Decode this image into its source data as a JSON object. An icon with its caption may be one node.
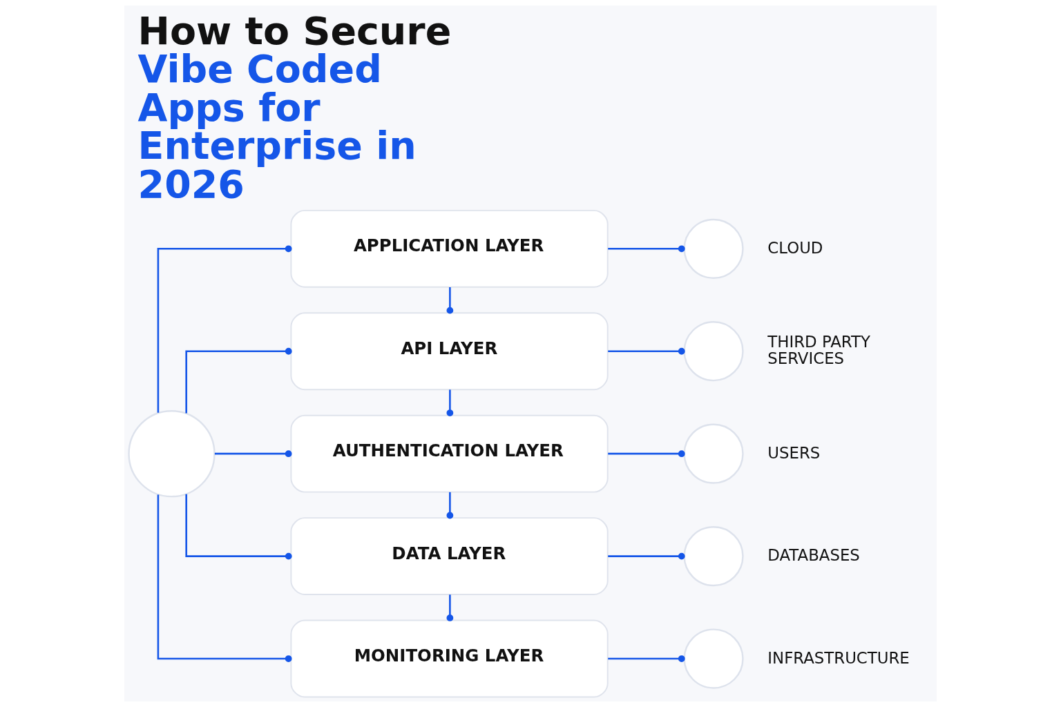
{
  "diagram": {
    "title": "How to Secure Vibe Coded Apps for Enterprise in 2026",
    "nodes": [
      {
        "text": [],
        "shape": "circle"
      },
      {
        "text": [
          "APPLICATION LAYER"
        ]
      },
      {
        "text": [
          "API LAYER"
        ]
      },
      {
        "text": [
          "AUTHENTICATION LAYER"
        ]
      },
      {
        "text": [
          "DATA LAYER"
        ]
      },
      {
        "text": [
          "MONITORING LAYER"
        ]
      },
      {
        "text": [],
        "shape": "circle",
        "beside": [
          "CLOUD"
        ]
      },
      {
        "text": [],
        "shape": "circle",
        "beside": [
          "THIRD PARTY SERVICES"
        ]
      },
      {
        "text": [],
        "shape": "circle",
        "beside": [
          "USERS"
        ]
      },
      {
        "text": [],
        "shape": "circle",
        "beside": [
          "DATABASES"
        ]
      },
      {
        "text": [],
        "shape": "circle",
        "beside": [
          "INFRASTRUCTURE"
        ]
      }
    ],
    "edges": [
      {
        "from": 0,
        "to": 1,
        "arrow": "other"
      },
      {
        "from": 0,
        "to": 2,
        "arrow": "other"
      },
      {
        "from": 0,
        "to": 3,
        "arrow": "other"
      },
      {
        "from": 0,
        "to": 4,
        "arrow": "other"
      },
      {
        "from": 0,
        "to": 5,
        "arrow": "other"
      },
      {
        "from": 1,
        "to": 2,
        "arrow": "other"
      },
      {
        "from": 2,
        "to": 3,
        "arrow": "other"
      },
      {
        "from": 3,
        "to": 4,
        "arrow": "other"
      },
      {
        "from": 4,
        "to": 5,
        "arrow": "other"
      },
      {
        "from": 1,
        "to": 6,
        "arrow": "other"
      },
      {
        "from": 2,
        "to": 7,
        "arrow": "other"
      },
      {
        "from": 3,
        "to": 8,
        "arrow": "other"
      },
      {
        "from": 4,
        "to": 9,
        "arrow": "other"
      },
      {
        "from": 5,
        "to": 10,
        "arrow": "other"
      }
    ]
  }
}
